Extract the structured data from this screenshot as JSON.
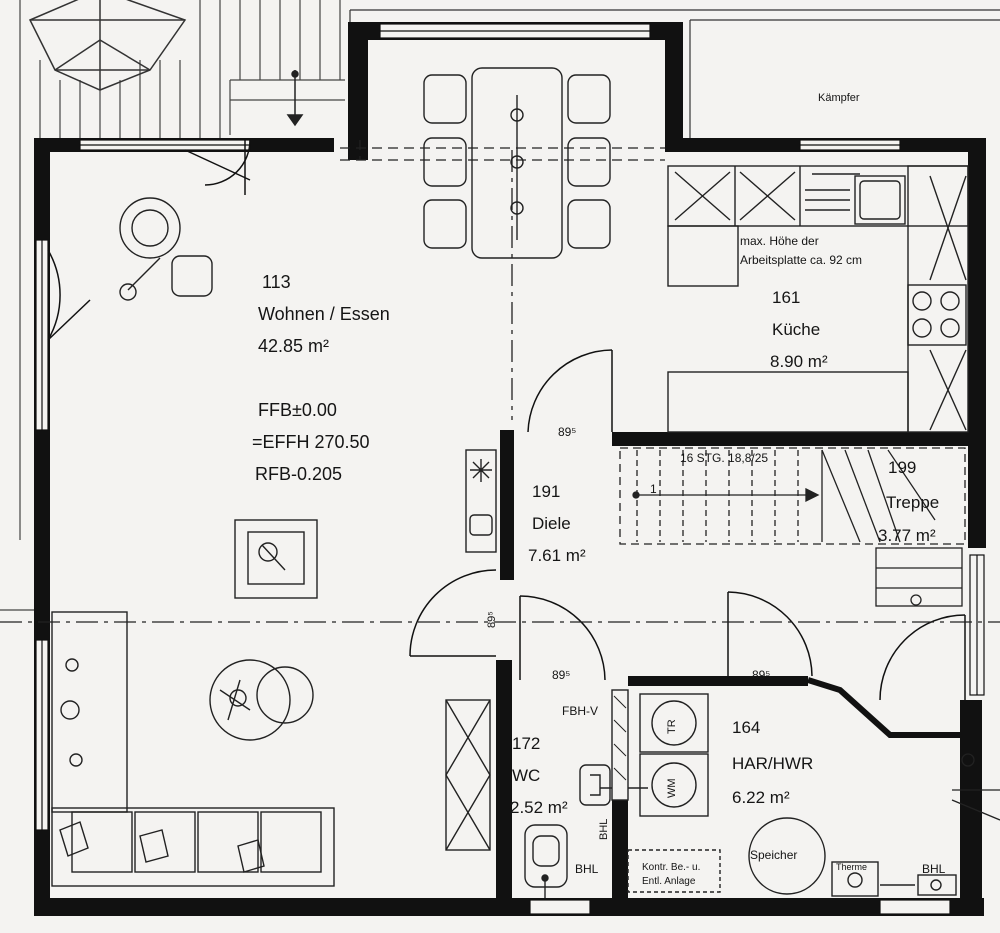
{
  "rooms": {
    "wohnen": {
      "number": "113",
      "name": "Wohnen / Essen",
      "area": "42.85 m²"
    },
    "kueche": {
      "number": "161",
      "name": "Küche",
      "area": "8.90 m²"
    },
    "diele": {
      "number": "191",
      "name": "Diele",
      "area": "7.61 m²"
    },
    "treppe": {
      "number": "199",
      "name": "Treppe",
      "area": "3.77 m²"
    },
    "wc": {
      "number": "172",
      "name": "WC",
      "area": "2.52 m²"
    },
    "har": {
      "number": "164",
      "name": "HAR/HWR",
      "area": "6.22 m²"
    }
  },
  "levels": {
    "ffb": "FFB±0.00",
    "effh": "=EFFH 270.50",
    "rfb": "RFB-0.205"
  },
  "notes": {
    "kaempfer": "Kämpfer",
    "worktop_line1": "max. Höhe der",
    "worktop_line2": "Arbeitsplatte ca. 92 cm",
    "stairs": "16 STG. 18,8/25",
    "stair_start": "1",
    "door_diele": "89⁵",
    "door_wc": "89⁵",
    "door_har": "89⁵",
    "door_side": "89⁵",
    "fbh_v": "FBH-V",
    "bhl_wc": "BHL",
    "bhl_wc_side": "BHL",
    "bhl_right": "BHL",
    "kontr_line1": "Kontr. Be.- u.",
    "kontr_line2": "Entl. Anlage",
    "therme": "Therme",
    "speicher": "Speicher",
    "tr": "TR",
    "wm": "WM"
  }
}
